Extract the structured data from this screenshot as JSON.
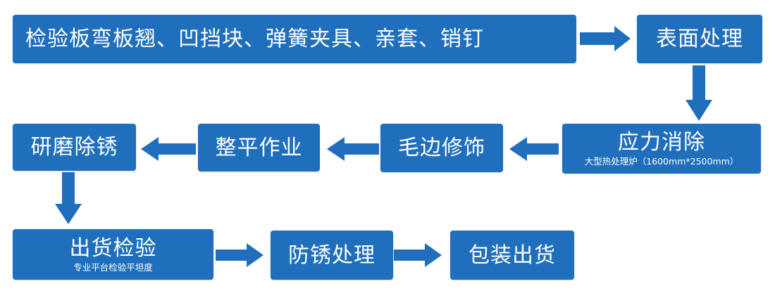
{
  "colors": {
    "box": "#1f6fbd",
    "arrow": "#1f6fbd",
    "text": "#ffffff"
  },
  "steps": {
    "inspect_parts": "检验板弯板翘、凹挡块、弹簧夹具、亲套、销钉",
    "surface_treatment": "表面处理",
    "stress_relief": "应力消除",
    "stress_relief_note": "大型热处理炉（1600mm*2500mm）",
    "deburr_trim": "毛边修饰",
    "leveling": "整平作业",
    "grind_derust": "研磨除锈",
    "outgoing_inspection": "出货检验",
    "outgoing_inspection_note": "专业平台检验平坦度",
    "rust_prevention": "防锈处理",
    "pack_ship": "包装出货"
  }
}
